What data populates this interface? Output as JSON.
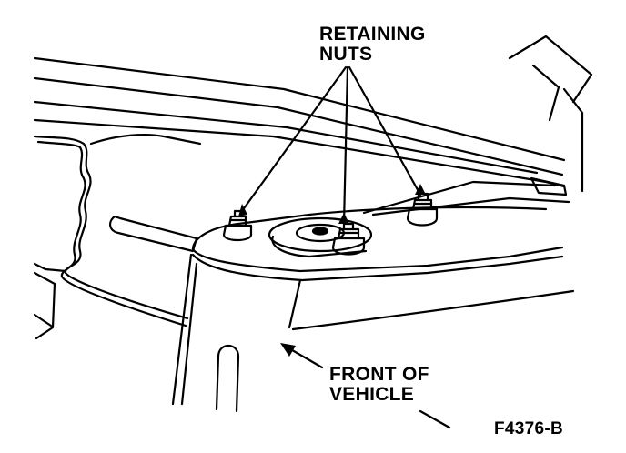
{
  "labels": {
    "retaining_nuts": [
      "RETAINING",
      "NUTS"
    ],
    "front_of_vehicle": [
      "FRONT OF",
      "VEHICLE"
    ],
    "figure_id": "F4376-B"
  }
}
